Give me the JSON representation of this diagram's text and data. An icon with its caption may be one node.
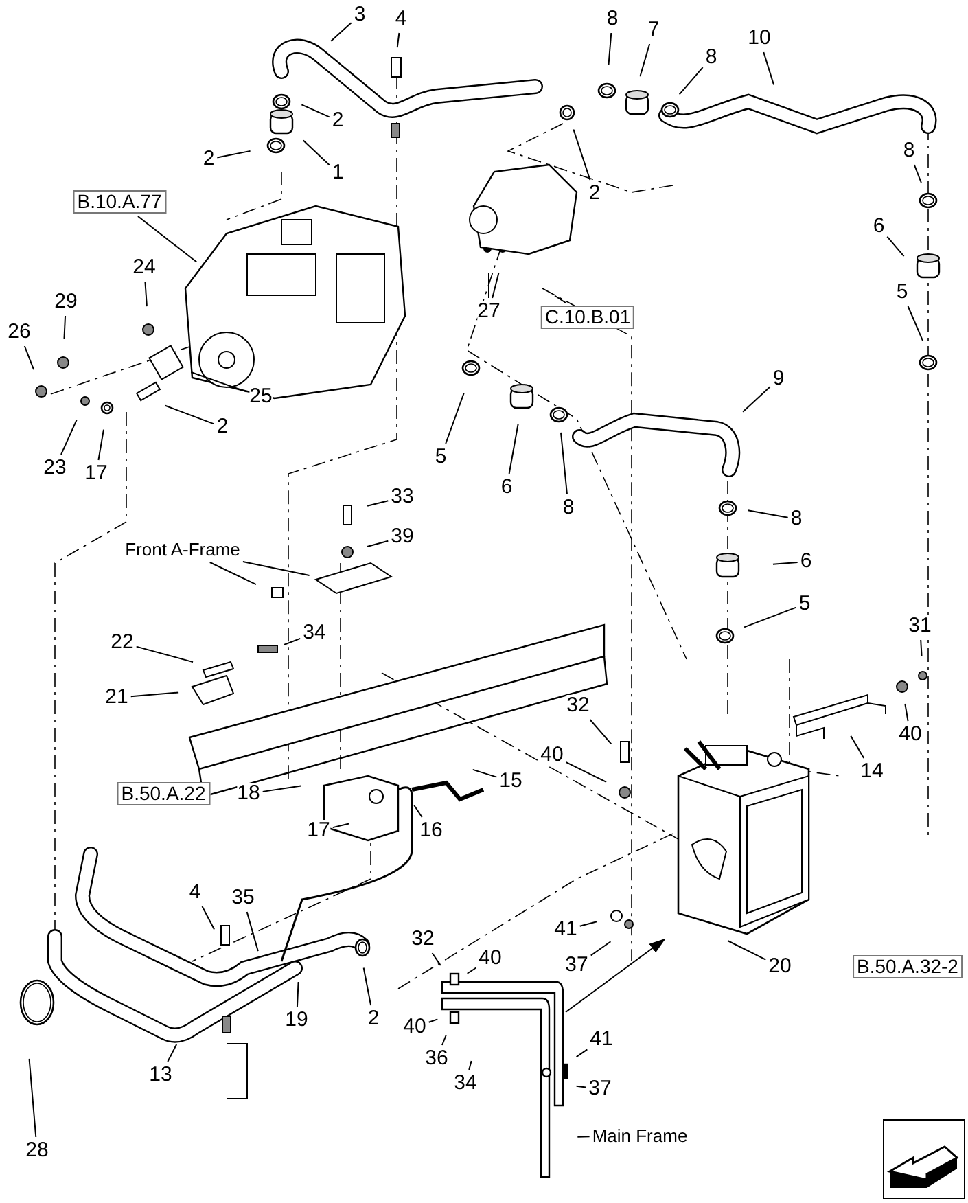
{
  "diagram": {
    "nodes": [
      {
        "text": [
          "3"
        ]
      },
      {
        "text": [
          "4"
        ]
      },
      {
        "text": [
          "8"
        ]
      },
      {
        "text": [
          "7"
        ]
      },
      {
        "text": [
          "10"
        ]
      },
      {
        "text": [
          "8"
        ]
      },
      {
        "text": [
          "2"
        ]
      },
      {
        "text": [
          "2"
        ]
      },
      {
        "text": [
          "1"
        ]
      },
      {
        "text": [
          "2"
        ]
      },
      {
        "text": [
          "B.10.A.77"
        ]
      },
      {
        "text": [
          "8"
        ]
      },
      {
        "text": [
          "C.10.B.01"
        ]
      },
      {
        "text": [
          "6"
        ]
      },
      {
        "text": [
          "5"
        ]
      },
      {
        "text": [
          "27"
        ]
      },
      {
        "text": [
          "24"
        ]
      },
      {
        "text": [
          "29"
        ]
      },
      {
        "text": [
          "26"
        ]
      },
      {
        "text": [
          "25"
        ]
      },
      {
        "text": [
          "2"
        ]
      },
      {
        "text": [
          "23"
        ]
      },
      {
        "text": [
          "17"
        ]
      },
      {
        "text": [
          "5"
        ]
      },
      {
        "text": [
          "6"
        ]
      },
      {
        "text": [
          "8"
        ]
      },
      {
        "text": [
          "9"
        ]
      },
      {
        "text": [
          "33"
        ]
      },
      {
        "text": [
          "39"
        ]
      },
      {
        "text": [
          "8"
        ]
      },
      {
        "text": [
          "Front A-Frame"
        ]
      },
      {
        "text": [
          "6"
        ]
      },
      {
        "text": [
          "5"
        ]
      },
      {
        "text": [
          "34"
        ]
      },
      {
        "text": [
          "22"
        ]
      },
      {
        "text": [
          "21"
        ]
      },
      {
        "text": [
          "31"
        ]
      },
      {
        "text": [
          "40"
        ]
      },
      {
        "text": [
          "14"
        ]
      },
      {
        "text": [
          "32"
        ]
      },
      {
        "text": [
          "40"
        ]
      },
      {
        "text": [
          "B.50.A.22"
        ]
      },
      {
        "text": [
          "18"
        ]
      },
      {
        "text": [
          "15"
        ]
      },
      {
        "text": [
          "16"
        ]
      },
      {
        "text": [
          "17"
        ]
      },
      {
        "text": [
          "4"
        ]
      },
      {
        "text": [
          "35"
        ]
      },
      {
        "text": [
          "41"
        ]
      },
      {
        "text": [
          "37"
        ]
      },
      {
        "text": [
          "2"
        ]
      },
      {
        "text": [
          "19"
        ]
      },
      {
        "text": [],
        "shape": "picture"
      },
      {
        "text": [
          "20"
        ]
      },
      {
        "text": [
          "B.50.A.32-2"
        ]
      },
      {
        "text": [
          "13"
        ]
      },
      {
        "text": [
          "28"
        ]
      },
      {
        "text": [
          "32"
        ]
      },
      {
        "text": [
          "40"
        ]
      },
      {
        "text": [
          "40"
        ]
      },
      {
        "text": [
          "36"
        ]
      },
      {
        "text": [
          "34"
        ]
      },
      {
        "text": [
          "41"
        ]
      },
      {
        "text": [
          "37"
        ]
      },
      {
        "text": [
          "Main Frame"
        ]
      }
    ],
    "edges": [
      {
        "from": 0,
        "to": null,
        "arrow": "none"
      },
      {
        "from": 1,
        "to": null,
        "arrow": "none"
      },
      {
        "from": 2,
        "to": null,
        "arrow": "none"
      },
      {
        "from": 3,
        "to": null,
        "arrow": "none"
      },
      {
        "from": 4,
        "to": null,
        "arrow": "none"
      },
      {
        "from": 5,
        "to": null,
        "arrow": "none"
      },
      {
        "from": 6,
        "to": null,
        "arrow": "none"
      },
      {
        "from": 7,
        "to": null,
        "arrow": "none"
      },
      {
        "from": 8,
        "to": null,
        "arrow": "none"
      },
      {
        "from": 9,
        "to": null,
        "arrow": "none"
      },
      {
        "from": 10,
        "to": null,
        "arrow": "none"
      },
      {
        "from": 11,
        "to": null,
        "arrow": "none"
      },
      {
        "from": 12,
        "to": null,
        "arrow": "none"
      },
      {
        "from": 13,
        "to": null,
        "arrow": "none"
      },
      {
        "from": 14,
        "to": null,
        "arrow": "none"
      },
      {
        "from": 15,
        "to": null,
        "arrow": "none"
      },
      {
        "from": 15,
        "to": null,
        "arrow": "none"
      },
      {
        "from": 16,
        "to": null,
        "arrow": "none"
      },
      {
        "from": 17,
        "to": null,
        "arrow": "none"
      },
      {
        "from": 18,
        "to": null,
        "arrow": "none"
      },
      {
        "from": 19,
        "to": null,
        "arrow": "none"
      },
      {
        "from": 20,
        "to": null,
        "arrow": "none"
      },
      {
        "from": 21,
        "to": null,
        "arrow": "none"
      },
      {
        "from": 22,
        "to": null,
        "arrow": "none"
      },
      {
        "from": 23,
        "to": null,
        "arrow": "none"
      },
      {
        "from": 24,
        "to": null,
        "arrow": "none"
      },
      {
        "from": 25,
        "to": null,
        "arrow": "none"
      },
      {
        "from": 26,
        "to": null,
        "arrow": "none"
      },
      {
        "from": 27,
        "to": null,
        "arrow": "none"
      },
      {
        "from": 28,
        "to": null,
        "arrow": "none"
      },
      {
        "from": 29,
        "to": null,
        "arrow": "none"
      },
      {
        "from": 30,
        "to": null,
        "arrow": "none"
      },
      {
        "from": 30,
        "to": null,
        "arrow": "none"
      },
      {
        "from": 31,
        "to": null,
        "arrow": "none"
      },
      {
        "from": 32,
        "to": null,
        "arrow": "none"
      },
      {
        "from": 33,
        "to": null,
        "arrow": "none"
      },
      {
        "from": 34,
        "to": null,
        "arrow": "none"
      },
      {
        "from": 35,
        "to": null,
        "arrow": "none"
      },
      {
        "from": 36,
        "to": null,
        "arrow": "none"
      },
      {
        "from": 37,
        "to": null,
        "arrow": "none"
      },
      {
        "from": 38,
        "to": null,
        "arrow": "none"
      },
      {
        "from": 39,
        "to": null,
        "arrow": "none"
      },
      {
        "from": 40,
        "to": null,
        "arrow": "none"
      },
      {
        "from": 42,
        "to": null,
        "arrow": "none"
      },
      {
        "from": 43,
        "to": null,
        "arrow": "none"
      },
      {
        "from": 44,
        "to": null,
        "arrow": "none"
      },
      {
        "from": 45,
        "to": null,
        "arrow": "none"
      },
      {
        "from": 46,
        "to": null,
        "arrow": "none"
      },
      {
        "from": 47,
        "to": null,
        "arrow": "none"
      },
      {
        "from": 48,
        "to": null,
        "arrow": "none"
      },
      {
        "from": 49,
        "to": null,
        "arrow": "none"
      },
      {
        "from": 50,
        "to": null,
        "arrow": "none"
      },
      {
        "from": 51,
        "to": null,
        "arrow": "none"
      },
      {
        "from": 53,
        "to": 52,
        "arrow": "none"
      },
      {
        "from": 55,
        "to": null,
        "arrow": "none"
      },
      {
        "from": 56,
        "to": null,
        "arrow": "none"
      },
      {
        "from": null,
        "to": 52,
        "arrow": "to"
      },
      {
        "from": 57,
        "to": null,
        "arrow": "none"
      },
      {
        "from": 58,
        "to": null,
        "arrow": "none"
      },
      {
        "from": 59,
        "to": null,
        "arrow": "none"
      },
      {
        "from": 60,
        "to": null,
        "arrow": "none"
      },
      {
        "from": 61,
        "to": null,
        "arrow": "none"
      },
      {
        "from": 62,
        "to": null,
        "arrow": "none"
      },
      {
        "from": 63,
        "to": null,
        "arrow": "none"
      },
      {
        "from": 64,
        "to": null,
        "arrow": "none"
      }
    ]
  }
}
